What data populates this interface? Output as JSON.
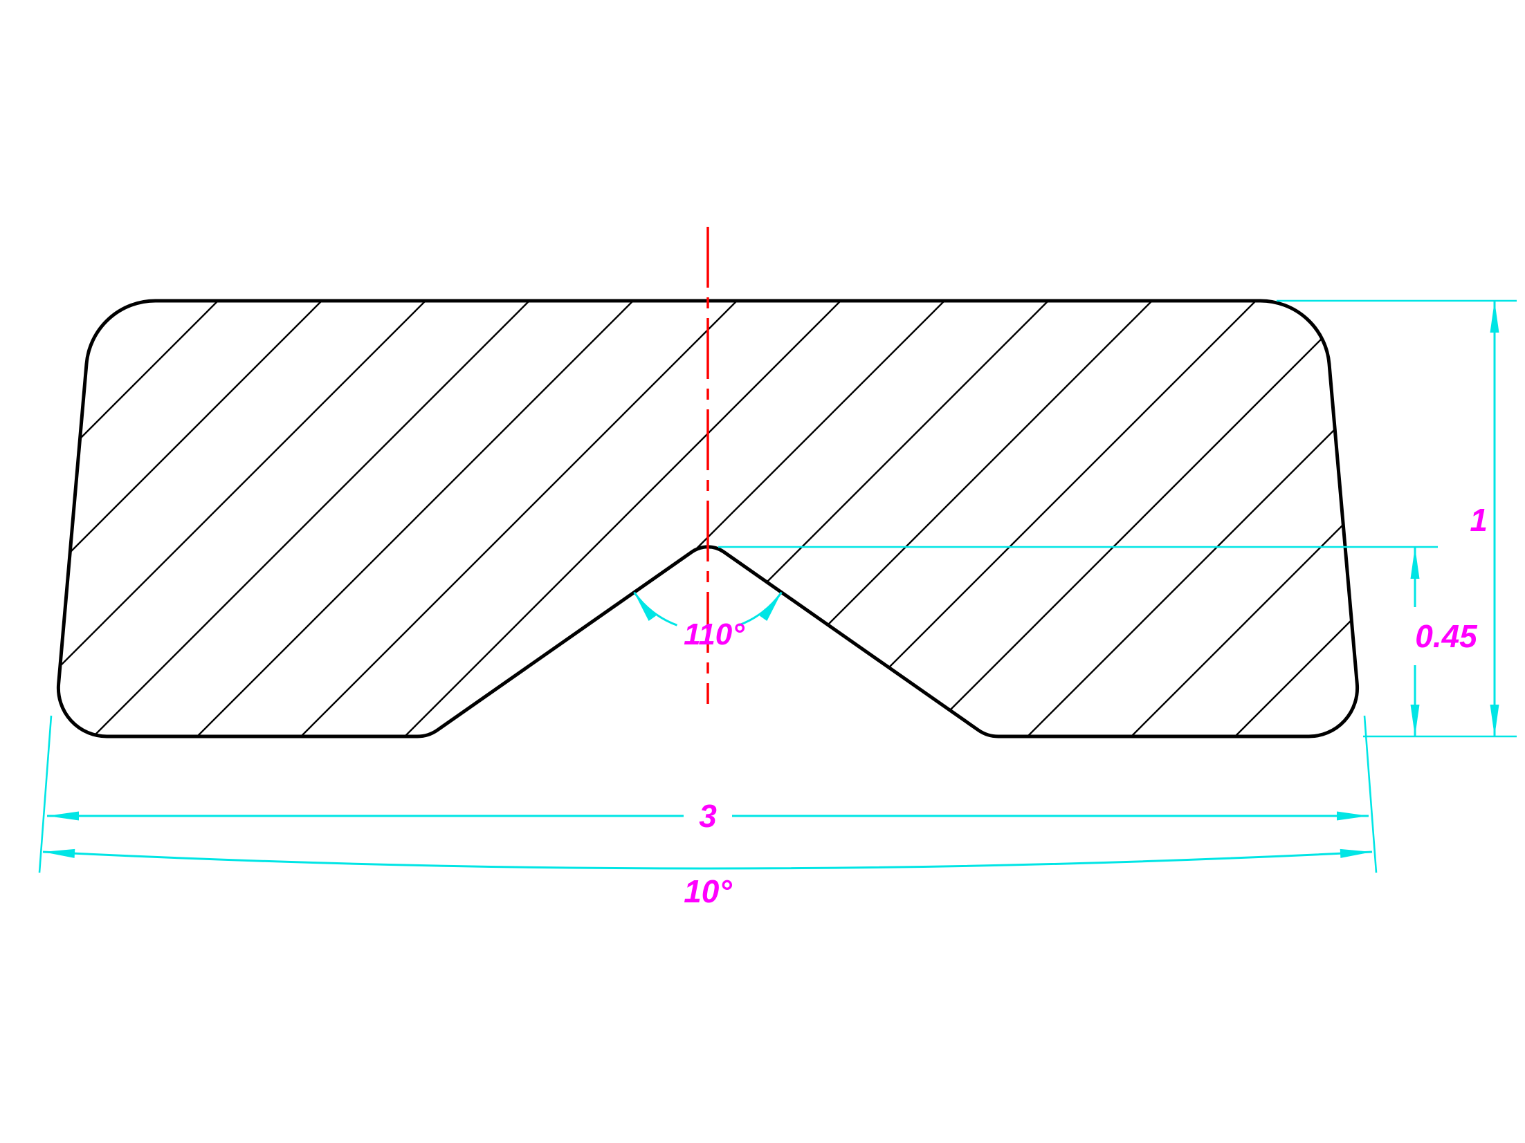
{
  "drawing": {
    "type": "cross-section technical drawing",
    "colors": {
      "outline": "#000000",
      "hatch": "#000000",
      "dim": "#00e5e5",
      "dim_text": "#ff00ff",
      "centerline": "#ff0000",
      "bg": "#ffffff"
    },
    "dimensions": {
      "overall_height": "1",
      "notch_height": "0.45",
      "overall_width": "3",
      "taper_angle": "10°",
      "notch_angle": "110°"
    }
  }
}
